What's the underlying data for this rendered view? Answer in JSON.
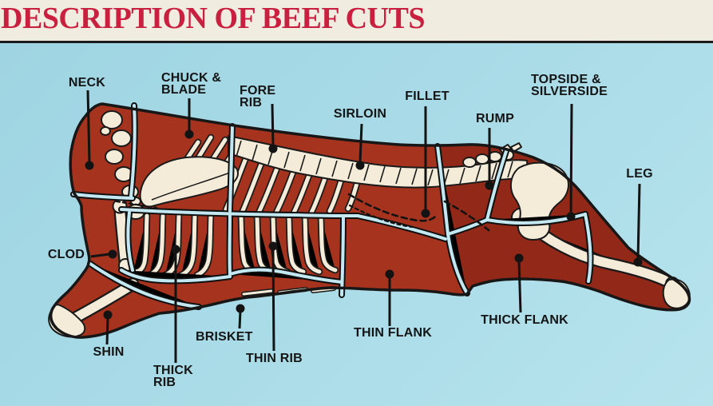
{
  "title": "DESCRIPTION OF BEEF CUTS",
  "colors": {
    "title_red": "#c9203f",
    "background_cream": "#f1ece0",
    "panel_blue": "#a8dbe7",
    "meat_red": "#a5331e",
    "meat_dark_red": "#7d1b0f",
    "bone_cream": "#f4ecd9",
    "line_black": "#171717",
    "channel_blue": "#c3e8f1"
  },
  "labels": {
    "neck": "NECK",
    "chuck_blade_1": "CHUCK &",
    "chuck_blade_2": "BLADE",
    "fore_rib_1": "FORE",
    "fore_rib_2": "RIB",
    "sirloin": "SIRLOIN",
    "fillet": "FILLET",
    "rump": "RUMP",
    "topside_1": "TOPSIDE &",
    "topside_2": "SILVERSIDE",
    "leg": "LEG",
    "clod": "CLOD",
    "shin": "SHIN",
    "thick_rib_1": "THICK",
    "thick_rib_2": "RIB",
    "brisket": "BRISKET",
    "thin_rib": "THIN RIB",
    "thin_flank": "THIN FLANK",
    "thick_flank": "THICK FLANK"
  }
}
